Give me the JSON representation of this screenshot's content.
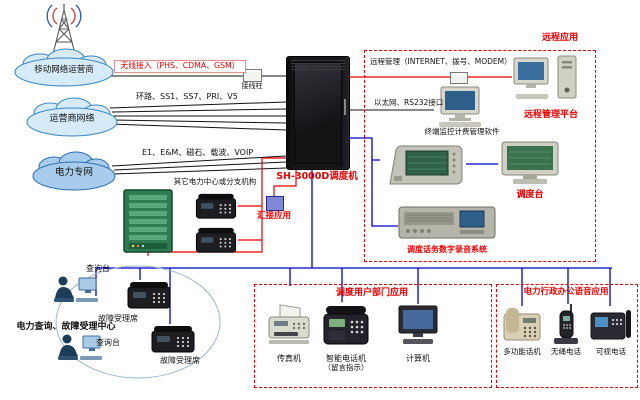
{
  "clouds": {
    "mobile": "移动网络运营商",
    "carrier": "运营商网络",
    "power": "电力专网"
  },
  "rack": {
    "label": "SH-3000D调度机"
  },
  "links": {
    "wireless": "无线接入（PHS、CDMA、GSM）",
    "terminal": "接线柱",
    "trunk": "环路、SS1、SS7、PRI、V5",
    "analog": "E1、E&M、磁石、载波、VOIP",
    "remote_mgmt": "远程管理（INTERNET、拨号、MODEM）",
    "ethernet": "以太网、RS232接口"
  },
  "right": {
    "remote_app": "远程应用",
    "billing": "终端监控计费管理软件",
    "platform": "远程管理平台",
    "console": "调度台",
    "recorder": "调度话务数字录音系统"
  },
  "center": {
    "tandem": "汇接应用",
    "other": "其它电力中心或分支机构"
  },
  "left": {
    "query1": "查询台",
    "query2": "查询台",
    "fault1": "故障受理席",
    "fault2": "故障受理席",
    "center": "电力查询、故障受理中心"
  },
  "dept": {
    "title": "调度用户部门应用",
    "fax": "传真机",
    "smart": "智能电话机",
    "smart_sub": "（留言指示）",
    "computer": "计算机"
  },
  "office": {
    "title": "电力行政办公语音应用",
    "multi": "多功能话机",
    "cordless": "无绳电话",
    "video": "可视电话"
  },
  "colors": {
    "accent_red": "#e60000",
    "line_blue": "#0000cc",
    "line_black": "#111111"
  }
}
